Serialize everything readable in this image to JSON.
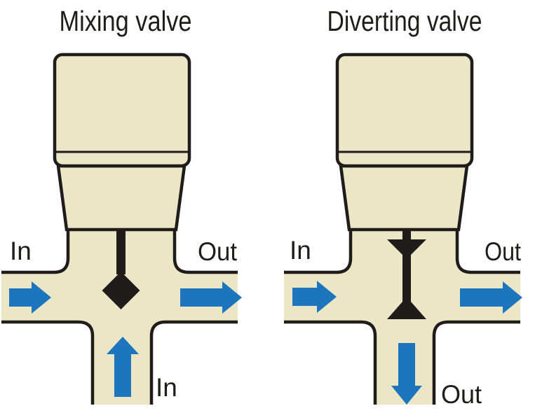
{
  "diagram": {
    "description": "Comparison of three-way valve flow patterns",
    "colors": {
      "background": "#ffffff",
      "valve_body_fill": "#eae6c6",
      "outline_black": "#1f1c1b",
      "arrow_blue": "#1c75bd",
      "plug_black": "#1f1c1b",
      "label_text": "#1f1c1b"
    },
    "mixing_valve": {
      "title": "Mixing valve",
      "left_port_label": "In",
      "right_port_label": "Out",
      "bottom_port_label": "In",
      "plug_icon": "diamond-plug-icon",
      "arrows": [
        "flow-in-left-arrow",
        "flow-out-right-arrow",
        "flow-in-bottom-arrow"
      ]
    },
    "diverting_valve": {
      "title": "Diverting valve",
      "left_port_label": "In",
      "right_port_label": "Out",
      "bottom_port_label": "Out",
      "plug_icon": "hourglass-plug-icon",
      "arrows": [
        "flow-in-left-arrow",
        "flow-out-right-arrow",
        "flow-out-bottom-arrow"
      ]
    }
  }
}
